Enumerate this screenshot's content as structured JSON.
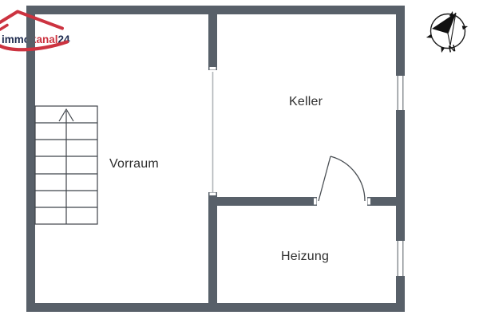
{
  "logo": {
    "name": "immokanal24",
    "part_immo": "immo",
    "part_kanal": "kanal",
    "part_24": "24",
    "color_navy": "#1e2b4f",
    "color_red": "#cc3340"
  },
  "compass": {
    "north_label": "N"
  },
  "floorplan": {
    "wall_color": "#586069",
    "rooms": [
      {
        "label": "Vorraum"
      },
      {
        "label": "Keller"
      },
      {
        "label": "Heizung"
      }
    ],
    "stairs": {
      "steps": 7,
      "direction": "up"
    },
    "windows_on_right_wall": 2,
    "door_between": [
      "Keller",
      "Heizung"
    ]
  }
}
